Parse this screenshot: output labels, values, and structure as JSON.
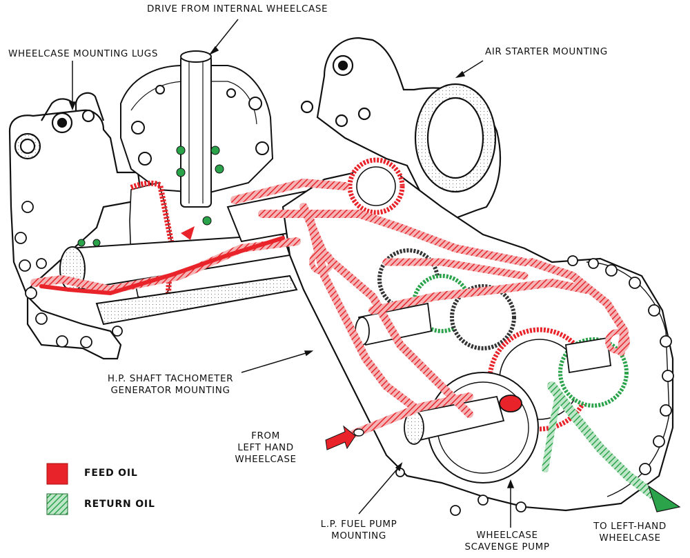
{
  "labels": {
    "drive": "DRIVE FROM INTERNAL WHEELCASE",
    "lugs": "WHEELCASE MOUNTING LUGS",
    "air_starter": "AIR STARTER MOUNTING",
    "tacho_line1": "H.P. SHAFT TACHOMETER",
    "tacho_line2": "GENERATOR MOUNTING",
    "from_line1": "FROM",
    "from_line2": "LEFT HAND",
    "from_line3": "WHEELCASE",
    "lp_line1": "L.P. FUEL PUMP",
    "lp_line2": "MOUNTING",
    "scav_line1": "WHEELCASE",
    "scav_line2": "SCAVENGE PUMP",
    "to_line1": "TO LEFT-HAND",
    "to_line2": "WHEELCASE"
  },
  "legend": [
    {
      "label": "FEED OIL",
      "color": "#e8242a"
    },
    {
      "label": "RETURN OIL",
      "color": "#1e8a3c"
    }
  ],
  "colors": {
    "feed": "#e8242a",
    "feed_light": "#f08a8c",
    "return": "#2aa34a",
    "ink": "#111111"
  }
}
